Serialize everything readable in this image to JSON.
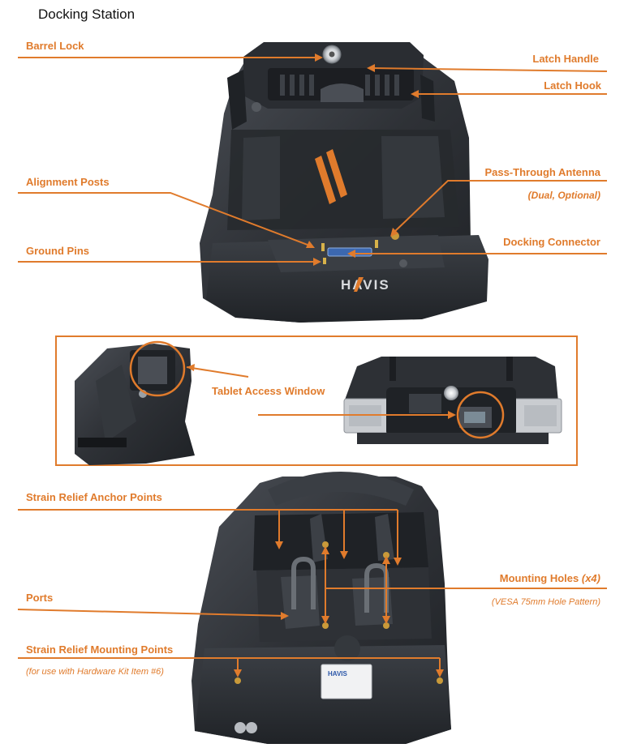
{
  "title": "Docking Station",
  "colors": {
    "accent": "#E07B2C",
    "device": "#2b2e33",
    "device_light": "#3a3e44",
    "metal": "#c9ccd0"
  },
  "top_section": {
    "labels": {
      "barrel_lock": "Barrel Lock",
      "latch_handle": "Latch Handle",
      "latch_hook": "Latch Hook",
      "alignment_posts": "Alignment Posts",
      "pass_through_antenna": "Pass-Through Antenna",
      "antenna_note": "(Dual, Optional)",
      "ground_pins": "Ground Pins",
      "docking_connector": "Docking Connector"
    },
    "brand": "HAVIS"
  },
  "middle_section": {
    "labels": {
      "tablet_access_window": "Tablet Access Window"
    }
  },
  "bottom_section": {
    "labels": {
      "strain_relief_anchor_points": "Strain Relief Anchor Points",
      "mounting_holes": "Mounting Holes",
      "mounting_holes_count": "(x4)",
      "vesa_note": "(VESA 75mm Hole Pattern)",
      "ports": "Ports",
      "strain_relief_mounting_points": "Strain Relief Mounting Points",
      "hardware_note": "(for use with Hardware Kit Item #6)"
    }
  }
}
